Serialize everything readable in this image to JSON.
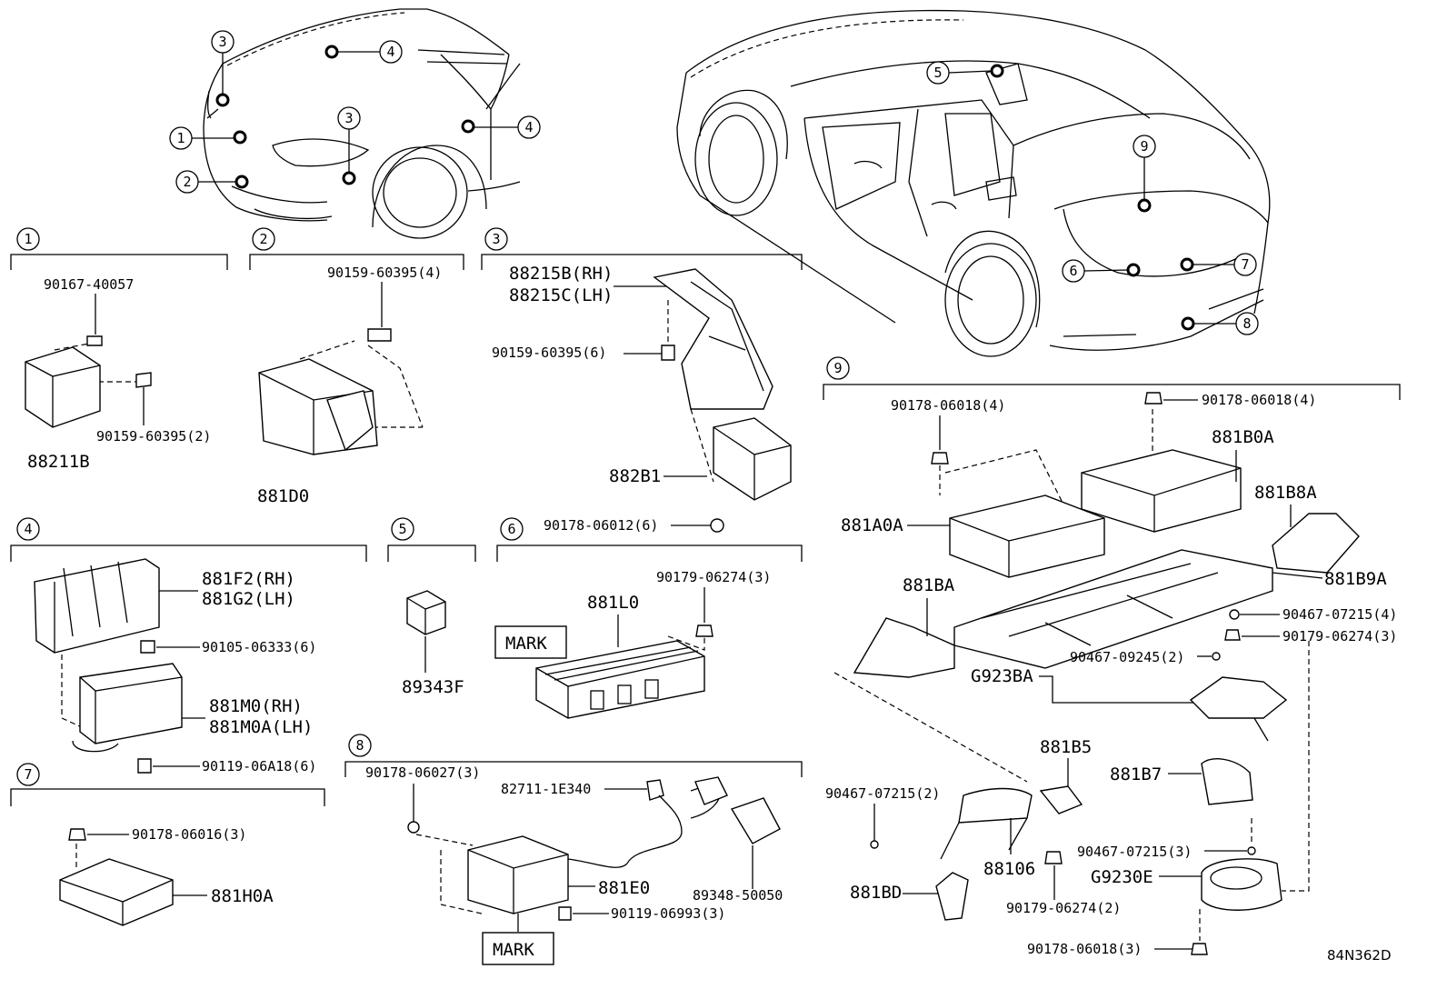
{
  "diagram_code": "84N362D",
  "callouts": [
    "1",
    "2",
    "3",
    "4",
    "5",
    "6",
    "7",
    "8",
    "9"
  ],
  "sections": {
    "s1": {
      "num": "1",
      "bolt1": "90167-40057",
      "bolt2": "90159-60395(2)",
      "part": "88211B"
    },
    "s2": {
      "num": "2",
      "bolt": "90159-60395(4)",
      "part": "881D0"
    },
    "s3": {
      "num": "3",
      "bracket_rh": "88215B(RH)",
      "bracket_lh": "88215C(LH)",
      "bolt": "90159-60395(6)",
      "part": "882B1",
      "nut": "90178-06012(6)"
    },
    "s4": {
      "num": "4",
      "cover_rh": "881F2(RH)",
      "cover_lh": "881G2(LH)",
      "bolt1": "90105-06333(6)",
      "part_rh": "881M0(RH)",
      "part_lh": "881M0A(LH)",
      "bolt2": "90119-06A18(6)"
    },
    "s5": {
      "num": "5",
      "part": "89343F"
    },
    "s6": {
      "num": "6",
      "nut": "90179-06274(3)",
      "part": "881L0",
      "mark": "MARK"
    },
    "s7": {
      "num": "7",
      "nut": "90178-06016(3)",
      "part": "881H0A"
    },
    "s8": {
      "num": "8",
      "nut": "90178-06027(3)",
      "connector": "82711-1E340",
      "part": "881E0",
      "bolt": "90119-06993(3)",
      "clip": "89348-50050",
      "mark": "MARK"
    },
    "s9": {
      "num": "9",
      "nut_a": "90178-06018(4)",
      "nut_b": "90178-06018(4)",
      "ecu_a": "881B0A",
      "ecu_b": "881A0A",
      "duct_a": "881B8A",
      "duct_b": "881B9A",
      "duct_c": "881BA",
      "clip_a": "90467-07215(4)",
      "nut_c": "90179-06274(3)",
      "clip_b": "90467-09245(2)",
      "bracket": "G923BA",
      "part_b5": "881B5",
      "part_b7": "881B7",
      "clip_c": "90467-07215(2)",
      "part_106": "88106",
      "clip_d": "90467-07215(3)",
      "fan": "G9230E",
      "part_bd": "881BD",
      "nut_d": "90179-06274(2)",
      "nut_e": "90178-06018(3)"
    }
  }
}
